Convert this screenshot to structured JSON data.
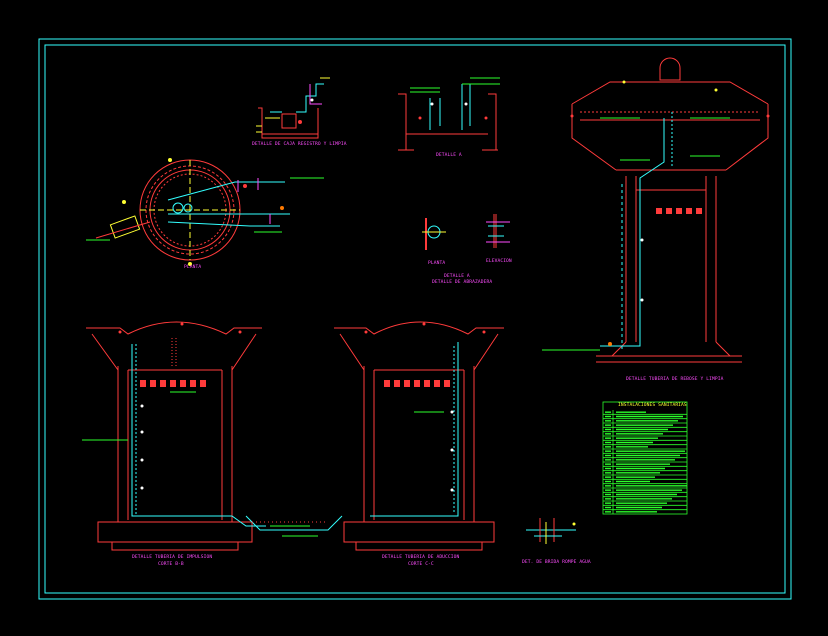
{
  "drawing": {
    "background": "#000000",
    "colors": {
      "frame": "#33ffff",
      "structure": "#ff3b3b",
      "pipe": "#33ffff",
      "annotation": "#2bff2b",
      "dimension": "#ffff33",
      "title": "#ff4dff",
      "fittings": "#ff7a00"
    }
  },
  "titles": {
    "caja_registro": "DETALLE DE CAJA REGISTRO Y LIMPIA",
    "planta_tanque": "PLANTA",
    "corte_detalle": "DETALLE A",
    "planta_small": "PLANTA",
    "elevacion_small": "ELEVACION",
    "detalle_abrazadera_1": "DETALLE A",
    "detalle_abrazadera_2": "DETALLE DE ABRAZADERA",
    "tanque_elevado": "DETALLE TUBERIA DE REBOSE Y LIMPIA",
    "corte_impulsion": "DETALLE TUBERIA DE IMPULSION",
    "corte_impulsion_sub": "CORTE B-B",
    "corte_aduccion": "DETALLE TUBERIA DE ADUCCION",
    "corte_aduccion_sub": "CORTE C-C",
    "detalle_brida": "DET. DE BRIDA ROMPE AGUA",
    "leyenda": "INSTALACIONES SANITARIAS"
  },
  "legend": {
    "rows": 24
  }
}
